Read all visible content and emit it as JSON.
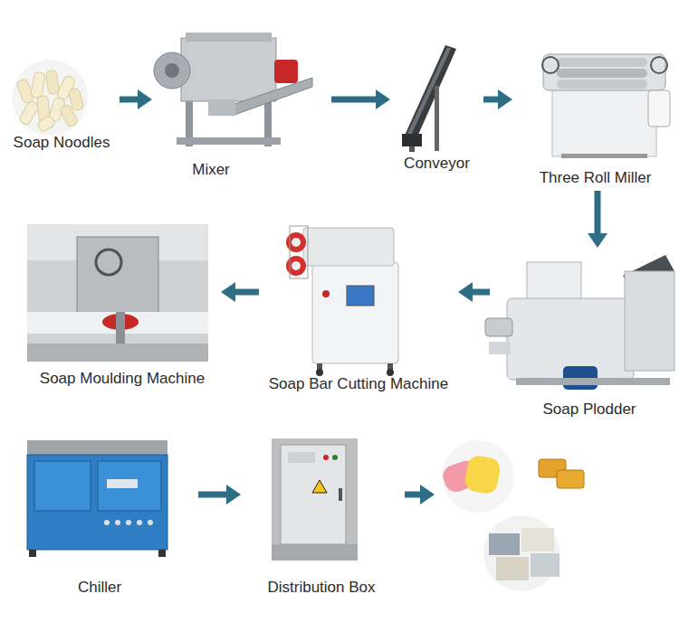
{
  "diagram": {
    "nodes": [
      {
        "text": [
          "Soap Noodles"
        ]
      },
      {
        "text": [
          "Mixer"
        ]
      },
      {
        "text": [
          "Conveyor"
        ]
      },
      {
        "text": [
          "Three Roll Miller"
        ]
      },
      {
        "text": [
          "Soap Plodder"
        ]
      },
      {
        "text": [
          "Soap Bar Cutting Machine"
        ]
      },
      {
        "text": [
          "Soap Moulding Machine"
        ]
      },
      {
        "text": [
          "Chiller"
        ]
      },
      {
        "text": [
          "Distribution Box"
        ]
      }
    ],
    "edges": [
      {
        "from": 0,
        "to": 1,
        "arrow": "to"
      },
      {
        "from": 1,
        "to": 2,
        "arrow": "to"
      },
      {
        "from": 2,
        "to": 3,
        "arrow": "to"
      },
      {
        "from": 3,
        "to": 4,
        "arrow": "to"
      },
      {
        "from": 4,
        "to": 5,
        "arrow": "to"
      },
      {
        "from": 5,
        "to": 6,
        "arrow": "to"
      },
      {
        "from": 7,
        "to": 8,
        "arrow": "to"
      }
    ]
  }
}
